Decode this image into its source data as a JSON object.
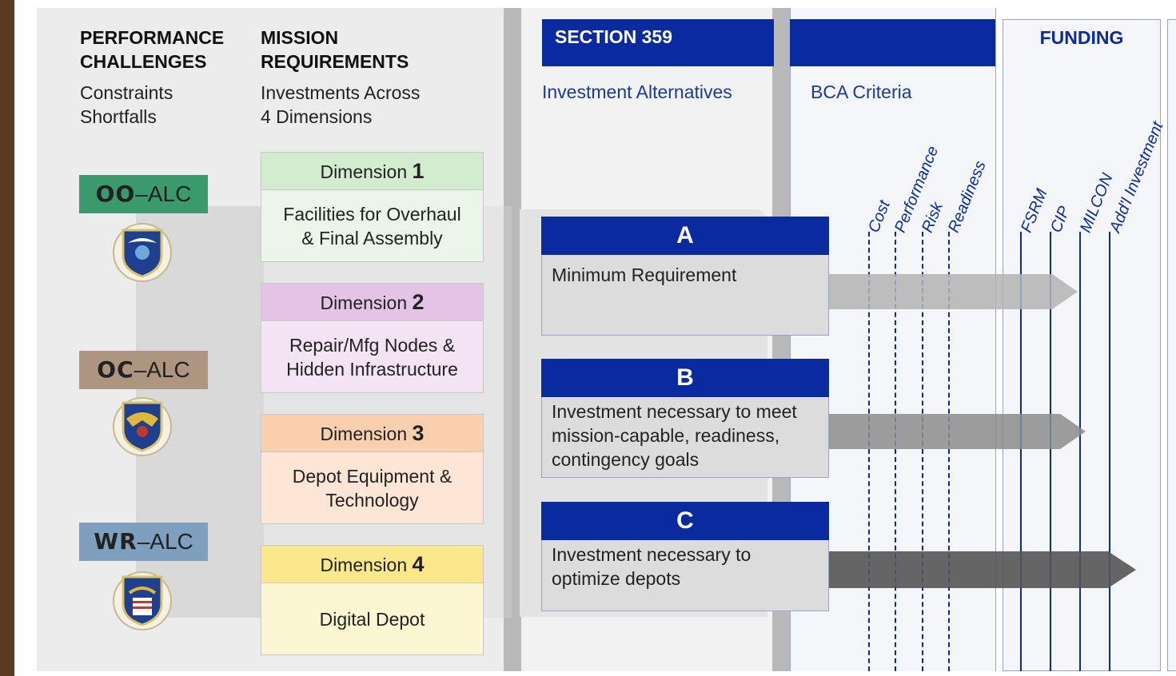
{
  "left": {
    "challenges_title_1": "PERFORMANCE",
    "challenges_title_2": "CHALLENGES",
    "challenges_sub_1": "Constraints",
    "challenges_sub_2": "Shortfalls",
    "requirements_title_1": "MISSION",
    "requirements_title_2": "REQUIREMENTS",
    "requirements_sub_1": "Investments Across",
    "requirements_sub_2": "4 Dimensions"
  },
  "alcs": [
    {
      "bold": "OO",
      "rest": "–ALC",
      "color": "#3a9a6b"
    },
    {
      "bold": "OC",
      "rest": "–ALC",
      "color": "#ad9580"
    },
    {
      "bold": "WR",
      "rest": "–ALC",
      "color": "#7e9fbd"
    }
  ],
  "dimensions": [
    {
      "label": "Dimension ",
      "num": "1",
      "line1": "Facilities for Overhaul",
      "line2": "& Final Assembly",
      "head_color": "#d3ecd0",
      "body_color": "#eaf6e8"
    },
    {
      "label": "Dimension ",
      "num": "2",
      "line1": "Repair/Mfg Nodes &",
      "line2": "Hidden Infrastructure",
      "head_color": "#e4c3e6",
      "body_color": "#f3e3f4"
    },
    {
      "label": "Dimension ",
      "num": "3",
      "line1": "Depot Equipment &",
      "line2": "Technology",
      "head_color": "#f9cfae",
      "body_color": "#fde6d6"
    },
    {
      "label": "Dimension ",
      "num": "4",
      "line1": "Digital Depot",
      "line2": "",
      "head_color": "#fbe88a",
      "body_color": "#fdf6d3"
    }
  ],
  "section": {
    "title": "SECTION 359",
    "subtitle": "Investment Alternatives"
  },
  "bca": {
    "subtitle": "BCA Criteria",
    "criteria": [
      "Cost",
      "Performance",
      "Risk",
      "Readiness"
    ]
  },
  "funding": {
    "title": "FUNDING",
    "items": [
      "FSRM",
      "CIP",
      "MILCON",
      "Add'l Investment"
    ]
  },
  "alternatives": [
    {
      "letter": "A",
      "lines": [
        "Minimum Requirement"
      ]
    },
    {
      "letter": "B",
      "lines": [
        "Investment necessary to meet",
        "mission-capable, readiness,",
        "contingency goals"
      ]
    },
    {
      "letter": "C",
      "lines": [
        "Investment necessary to",
        "optimize depots"
      ]
    }
  ],
  "colors": {
    "navy": "#0a2ba0",
    "dark_brown": "#5a3b22"
  }
}
